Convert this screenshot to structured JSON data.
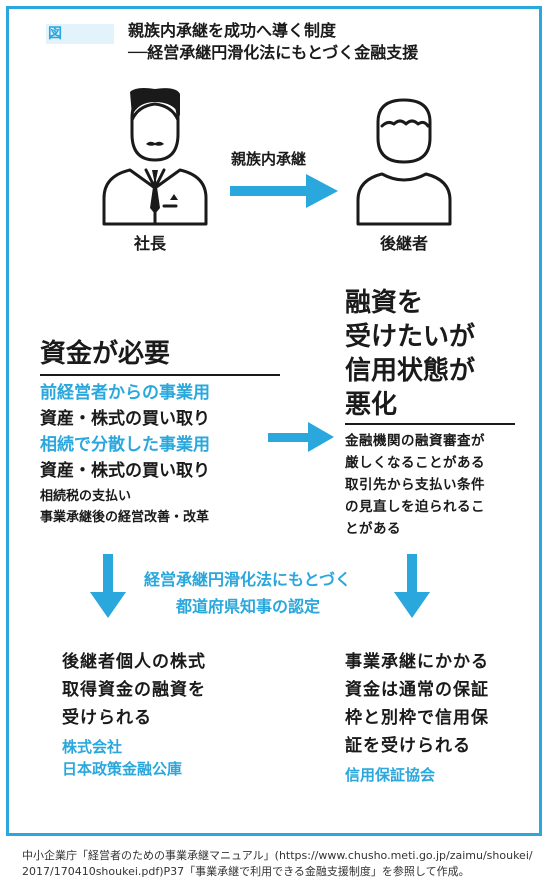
{
  "figure": {
    "tag": "図",
    "title_line1": "親族内承継を成功へ導く制度",
    "title_line2": "──経営承継円滑化法にもとづく金融支援"
  },
  "flow": {
    "president_label": "社長",
    "successor_label": "後継者",
    "arrow_label": "親族内承継"
  },
  "left_box": {
    "heading": "資金が必要",
    "items": [
      {
        "text": "前経営者からの事業用",
        "style": "blue"
      },
      {
        "text": "資産・株式の買い取り",
        "style": "black"
      },
      {
        "text": "相続で分散した事業用",
        "style": "blue"
      },
      {
        "text": "資産・株式の買い取り",
        "style": "black"
      }
    ],
    "notes": [
      "相続税の支払い",
      "事業承継後の経営改善・改革"
    ]
  },
  "right_box": {
    "heading_lines": [
      "融資を",
      "受けたいが",
      "信用状態が",
      "悪化"
    ],
    "body_lines": [
      "金融機関の融資審査が",
      "厳しくなることがある",
      "取引先から支払い条件",
      "の見直しを迫られるこ",
      "とがある"
    ]
  },
  "certification": {
    "line1": "経営承継円滑化法にもとづく",
    "line2": "都道府県知事の認定"
  },
  "result_left": {
    "lines": [
      "後継者個人の株式",
      "取得資金の融資を",
      "受けられる"
    ],
    "orgs": [
      "株式会社",
      "日本政策金融公庫"
    ]
  },
  "result_right": {
    "lines": [
      "事業承継にかかる",
      "資金は通常の保証",
      "枠と別枠で信用保",
      "証を受けられる"
    ],
    "orgs": [
      "信用保証協会"
    ]
  },
  "footer": {
    "line1": "中小企業庁「経営者のための事業承継マニュアル」(https://www.chusho.meti.go.jp/zaimu/shoukei/",
    "line2": "2017/170410shoukei.pdf)P37「事業承継で利用できる金融支援制度」を参照して作成。"
  },
  "colors": {
    "accent": "#2aa7dc",
    "text": "#1a1a1a"
  }
}
